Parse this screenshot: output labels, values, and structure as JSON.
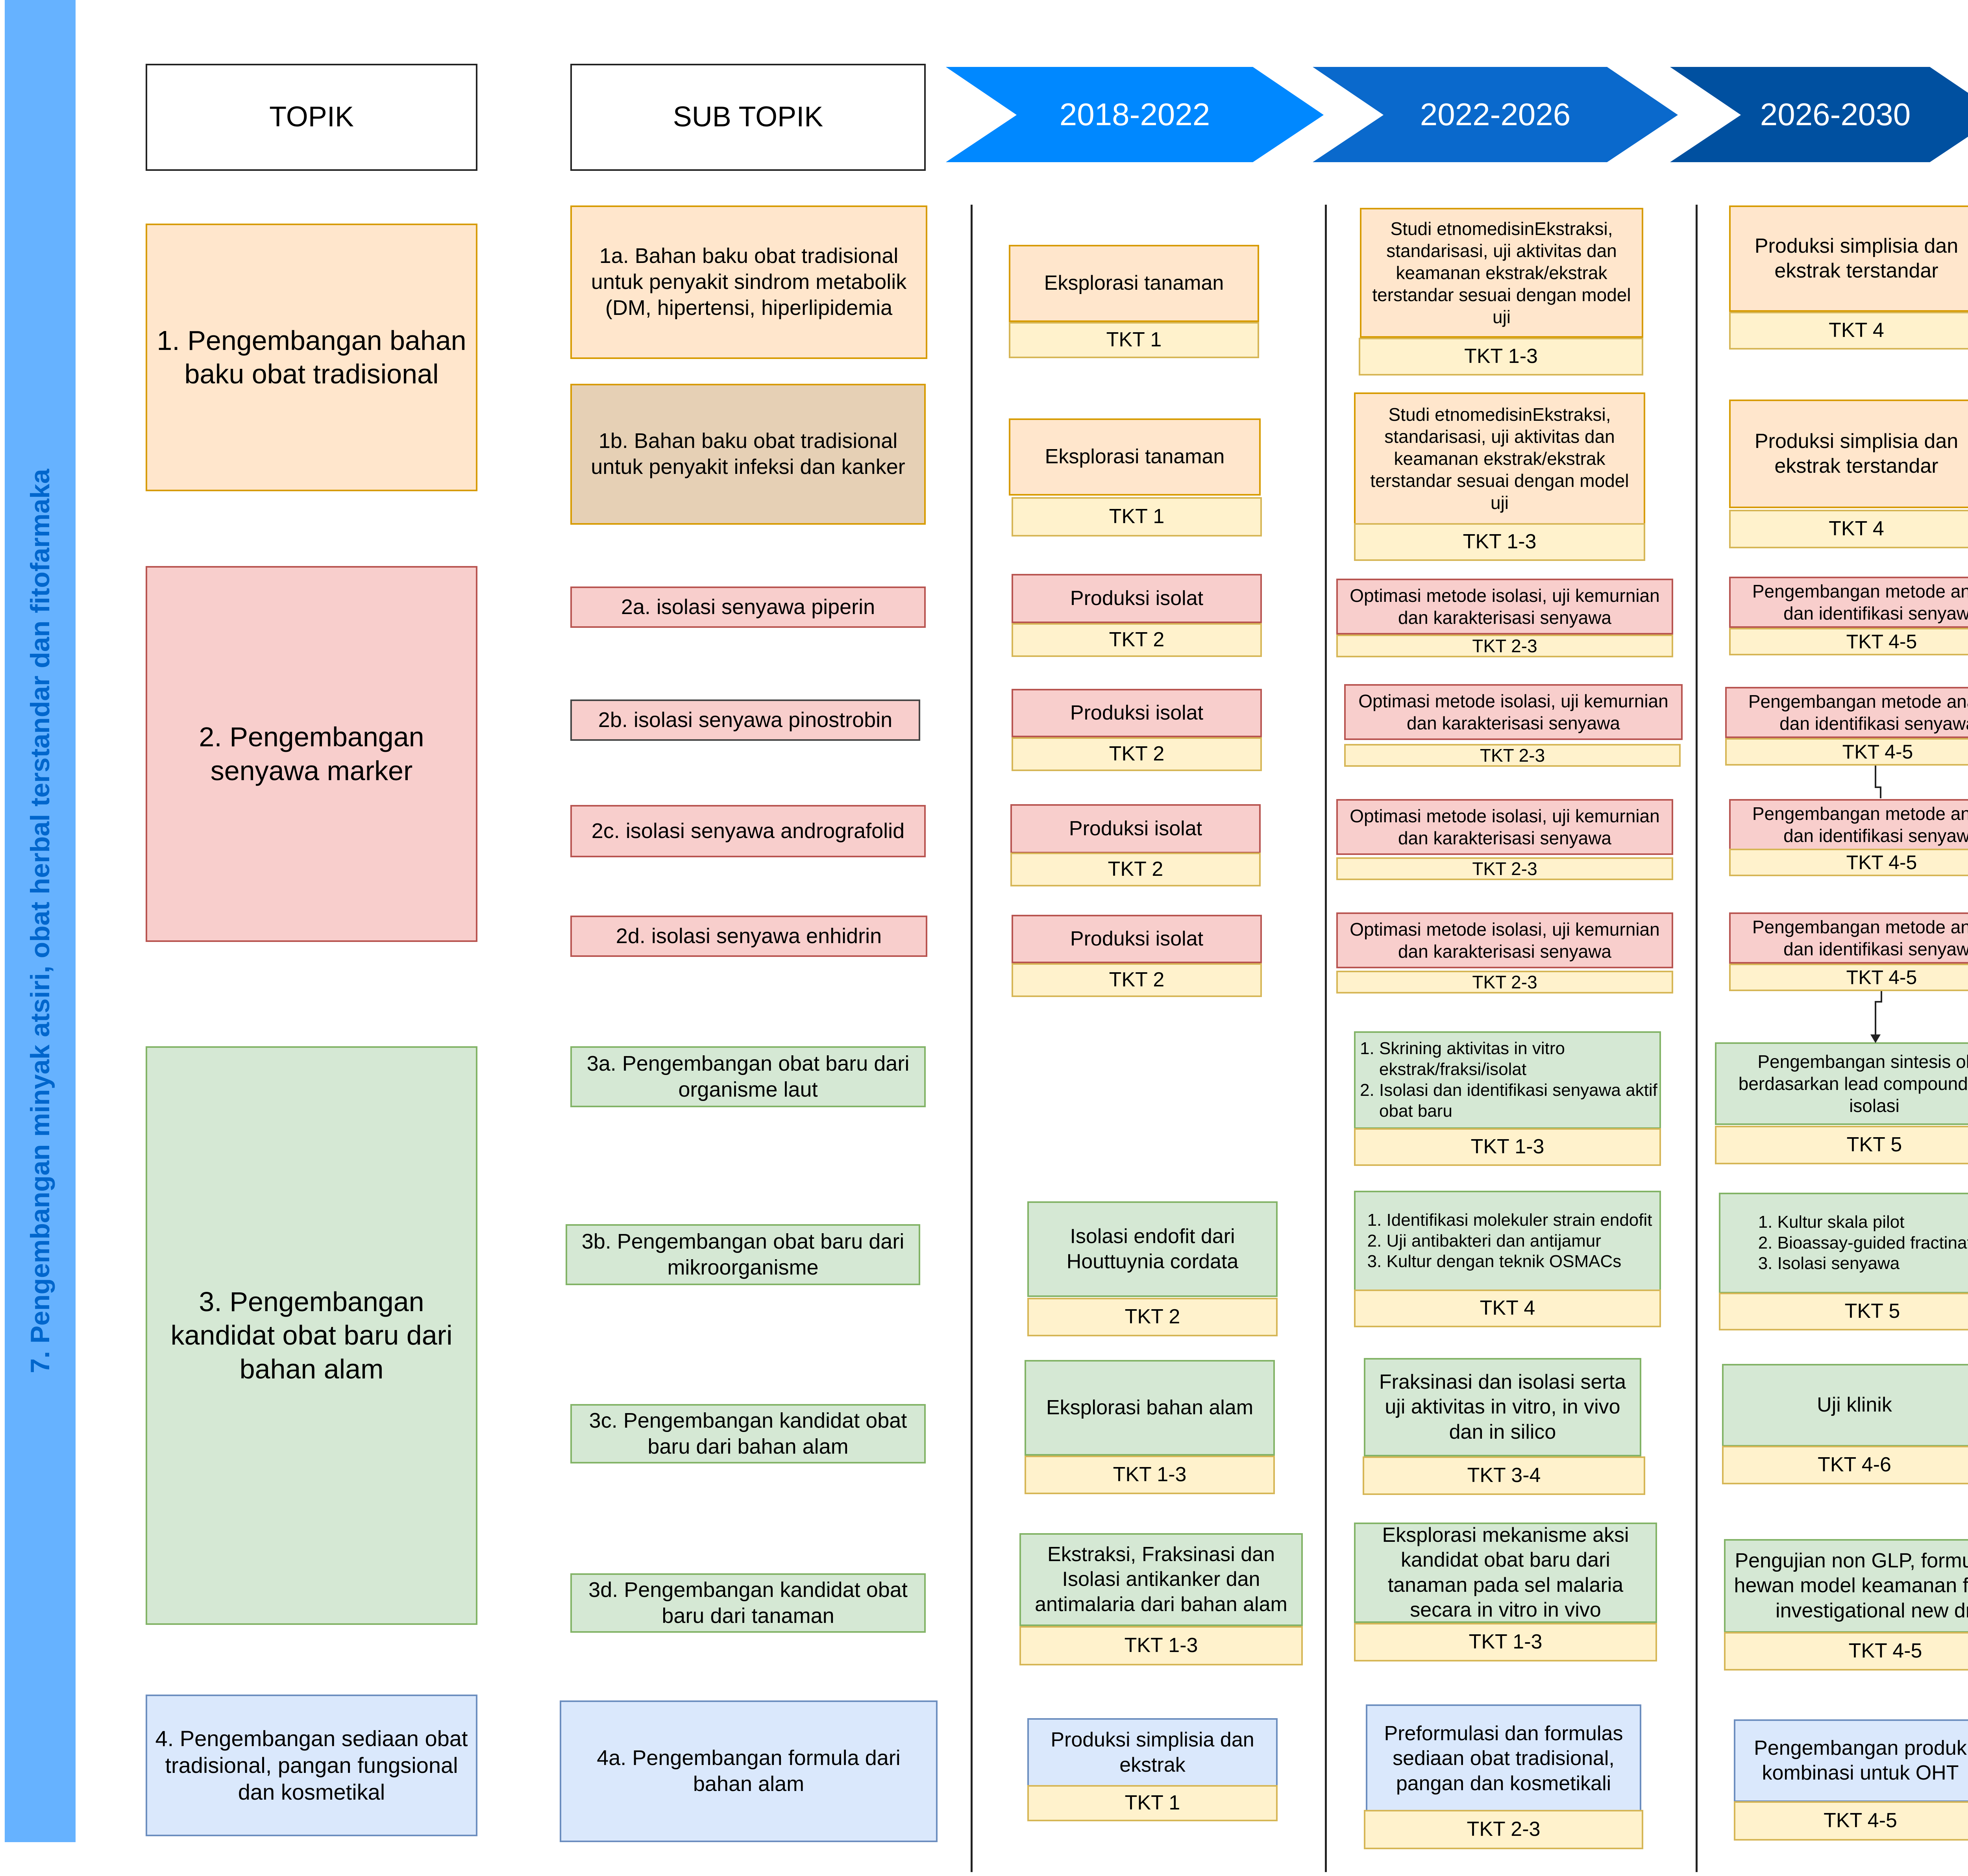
{
  "sidebar": {
    "title": "7. Pengembangan minyak atsiri, obat herbal terstandar dan fitofarmaka"
  },
  "headers": {
    "topic": "TOPIK",
    "subtopic": "SUB TOPIK",
    "period1": "2018-2022",
    "period2": "2022-2026",
    "period3": "2026-2030"
  },
  "colors": {
    "period1": "#0088ff",
    "period2": "#0a69cc",
    "period3": "#0050a0",
    "orange": "#ffe6cc",
    "red": "#f8cecc",
    "green": "#d5e8d4",
    "blue": "#dae8fc",
    "yellow": "#fff2cc"
  },
  "topics": [
    "1. Pengembangan bahan baku obat tradisional",
    "2. Pengembangan senyawa marker",
    "3. Pengembangan kandidat obat baru dari bahan alam",
    "4. Pengembangan sediaan obat tradisional, pangan fungsional dan kosmetikal"
  ],
  "subtopics": {
    "1a": "1a. Bahan baku obat tradisional untuk penyakit sindrom metabolik (DM, hipertensi, hiperlipidemia",
    "1b": "1b. Bahan baku obat tradisional untuk penyakit infeksi dan kanker",
    "2a": "2a. isolasi senyawa piperin",
    "2b": "2b. isolasi senyawa pinostrobin",
    "2c": "2c. isolasi senyawa andrografolid",
    "2d": "2d. isolasi senyawa enhidrin",
    "3a": "3a. Pengembangan obat baru dari organisme laut",
    "3b": "3b. Pengembangan obat baru dari mikroorganisme",
    "3c": "3c. Pengembangan kandidat obat baru dari bahan alam",
    "3d": "3d. Pengembangan kandidat obat baru dari tanaman",
    "4a": "4a. Pengembangan formula dari bahan alam"
  },
  "p1": {
    "r1a": {
      "text": "Eksplorasi tanaman",
      "tkt": "TKT 1"
    },
    "r1b": {
      "text": "Eksplorasi tanaman",
      "tkt": "TKT 1"
    },
    "r2a": {
      "text": "Produksi isolat",
      "tkt": "TKT 2"
    },
    "r2b": {
      "text": "Produksi isolat",
      "tkt": "TKT  2"
    },
    "r2c": {
      "text": "Produksi isolat",
      "tkt": "TKT 2"
    },
    "r2d": {
      "text": "Produksi isolat",
      "tkt": "TKT 2"
    },
    "r3b": {
      "text": "Isolasi endofit dari Houttuynia cordata",
      "tkt": "TKT 2"
    },
    "r3c": {
      "text": "Eksplorasi bahan alam",
      "tkt": "TKT 1-3"
    },
    "r3d": {
      "text": "Ekstraksi, Fraksinasi dan Isolasi antikanker dan antimalaria dari bahan alam",
      "tkt": "TKT 1-3"
    },
    "r4a": {
      "text": "Produksi simplisia dan ekstrak",
      "tkt": "TKT 1"
    }
  },
  "p2": {
    "r1a": {
      "text": "Studi etnomedisinEkstraksi, standarisasi, uji aktivitas dan keamanan ekstrak/ekstrak terstandar sesuai dengan model uji",
      "tkt": "TKT 1-3"
    },
    "r1b": {
      "text": "Studi etnomedisinEkstraksi, standarisasi, uji aktivitas dan keamanan ekstrak/ekstrak terstandar sesuai dengan model uji",
      "tkt": "TKT 1-3"
    },
    "r2a": {
      "text": "Optimasi metode isolasi, uji kemurnian dan karakterisasi senyawa",
      "tkt": "TKT 2-3"
    },
    "r2b": {
      "text": "Optimasi metode isolasi, uji kemurnian dan karakterisasi senyawa",
      "tkt": "TKT 2-3"
    },
    "r2c": {
      "text": "Optimasi metode isolasi, uji kemurnian dan karakterisasi senyawa",
      "tkt": "TKT 2-3"
    },
    "r2d": {
      "text": "Optimasi metode isolasi, uji kemurnian dan karakterisasi senyawa",
      "tkt": "TKT 2-3"
    },
    "r3a": {
      "items": [
        "Skrining aktivitas in vitro ekstrak/fraksi/isolat",
        "Isolasi dan identifikasi senyawa aktif obat baru"
      ],
      "tkt": "TKT 1-3"
    },
    "r3b": {
      "items": [
        "Identifikasi molekuler strain endofit",
        "Uji antibakteri dan antijamur",
        "Kultur dengan teknik OSMACs"
      ],
      "tkt": "TKT 4"
    },
    "r3c": {
      "text": "Fraksinasi dan isolasi serta uji aktivitas in vitro, in vivo dan in silico",
      "tkt": "TKT 3-4"
    },
    "r3d": {
      "text": "Eksplorasi mekanisme aksi kandidat obat baru dari tanaman  pada sel malaria secara in vitro in vivo",
      "tkt": "TKT 1-3"
    },
    "r4a": {
      "text": "Preformulasi dan formulas sediaan obat tradisional, pangan dan kosmetikali",
      "tkt": "TKT 2-3"
    }
  },
  "p3": {
    "r1a": {
      "text": "Produksi simplisia dan ekstrak terstandar",
      "tkt": "TKT 4"
    },
    "r1b": {
      "text": "Produksi simplisia dan ekstrak terstandar",
      "tkt": "TKT 4"
    },
    "r2a": {
      "text": "Pengembangan metode analisis dan identifikasi senyawa",
      "tkt": "TKT 4-5"
    },
    "r2b": {
      "text": "Pengembangan metode analisis dan identifikasi senyawa",
      "tkt": "TKT 4-5"
    },
    "r2c": {
      "text": "Pengembangan metode analisis dan identifikasi senyawa",
      "tkt": "TKT 4-5"
    },
    "r2d": {
      "text": "Pengembangan metode analisis dan identifikasi senyawa",
      "tkt": "TKT 4-5"
    },
    "r3a": {
      "text": "Pengembangan sintesis obat berdasarkan lead compound hasil isolasi",
      "tkt": "TKT 5"
    },
    "r3b": {
      "items": [
        "Kultur skala pilot",
        "Bioassay-guided fractination",
        "Isolasi senyawa"
      ],
      "tkt": "TKT 5"
    },
    "r3c": {
      "text": "Uji klinik",
      "tkt": "TKT 4-6"
    },
    "r3d": {
      "text": "Pengujian non GLP, formulasi, uji hewan model keamanan formula, investigational new drug",
      "tkt": "TKT 4-5"
    },
    "r4a": {
      "text": "Pengembangan produk kombinasi untuk OHT",
      "tkt": "TKT 4-5"
    }
  }
}
